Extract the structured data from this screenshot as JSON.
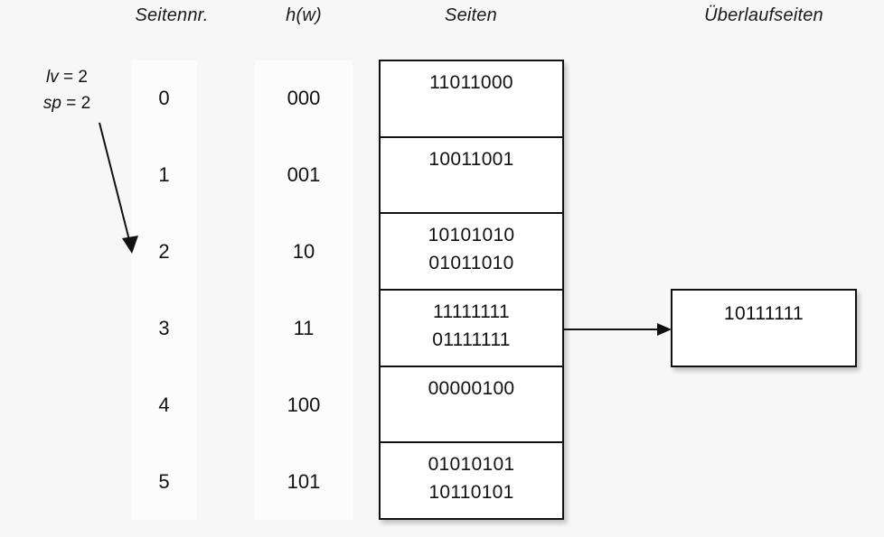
{
  "headers": {
    "seitennr": "Seitennr.",
    "hw": "h(w)",
    "seiten": "Seiten",
    "ueberlaufseiten": "Überlaufseiten"
  },
  "params": {
    "lv_label": "lv",
    "lv_eq": " = ",
    "lv_value": "2",
    "sp_label": "sp",
    "sp_eq": " = ",
    "sp_value": "2"
  },
  "page_numbers": [
    "0",
    "1",
    "2",
    "3",
    "4",
    "5"
  ],
  "hash_values": [
    "000",
    "001",
    "10",
    "11",
    "100",
    "101"
  ],
  "pages": [
    {
      "entries": [
        "11011000"
      ]
    },
    {
      "entries": [
        "10011001"
      ]
    },
    {
      "entries": [
        "10101010",
        "01011010"
      ]
    },
    {
      "entries": [
        "11111111",
        "01111111"
      ]
    },
    {
      "entries": [
        "00000100"
      ]
    },
    {
      "entries": [
        "01010101",
        "10110101"
      ]
    }
  ],
  "overflow_pages": [
    {
      "entries": [
        "10111111"
      ]
    }
  ],
  "colors": {
    "background": "#f7f7f7",
    "panel": "#fcfcfc",
    "box_fill": "#ffffff",
    "stroke": "#111111",
    "text": "#111111"
  },
  "arrows": {
    "lvsp_pointer": "lv/sp pointer to page 2",
    "overflow_pointer": "page 3 to overflow page"
  }
}
